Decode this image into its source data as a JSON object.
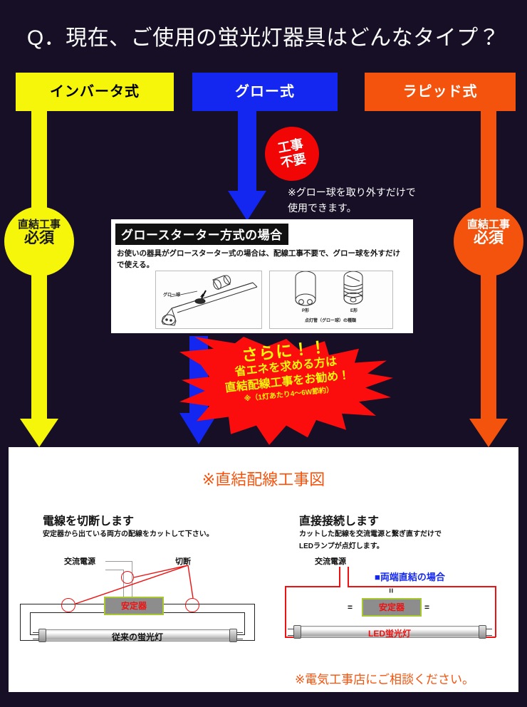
{
  "header": {
    "title": "Q．現在、ご使用の蛍光灯器具はどんなタイプ？"
  },
  "colors": {
    "background": "#170f26",
    "inverter": "#f6f60a",
    "glow": "#1327f0",
    "rapid": "#f4530d",
    "alert_red": "#f20505",
    "starburst_red": "#fc0d0d",
    "starburst_text": "#f6f60a"
  },
  "types": [
    {
      "key": "inverter",
      "label": "インバータ式"
    },
    {
      "key": "glow",
      "label": "グロー式"
    },
    {
      "key": "rapid",
      "label": "ラピッド式"
    }
  ],
  "badges": {
    "inverter_circle": {
      "line1": "直結工事",
      "line2": "必須"
    },
    "rapid_circle": {
      "line1": "直結工事",
      "line2": "必須"
    },
    "glow_circle": {
      "line1": "工事",
      "line2": "不要"
    }
  },
  "glow_note": "※グロー球を取り外すだけで\n使用できます。",
  "glow_panel": {
    "title": "グロースターター方式の場合",
    "body": "お使いの器具がグロースターター式の場合は、配線工事不要で、グロー球を外すだけで使える。",
    "fig_left": {
      "callout": "グロー球"
    },
    "fig_right": {
      "label_p": "P形",
      "label_e": "E形",
      "caption": "点灯管（グロー球）の種類"
    }
  },
  "starburst": {
    "line1": "さらに！！",
    "line2": "省エネを求める方は",
    "line3": "直結配線工事をお勧め！",
    "line4": "※（1灯あたり4〜6W節約）"
  },
  "bottom": {
    "title": "※直結配線工事図",
    "left": {
      "heading": "電線を切断します",
      "sub": "安定器から出ている両方の配線をカットして下さい。",
      "label_power": "交流電源",
      "label_cut": "切断",
      "label_ballast": "安定器",
      "label_tube": "従来の蛍光灯"
    },
    "right": {
      "heading": "直接接続します",
      "sub_line1": "カットした配線を交流電源と繋ぎ直すだけで",
      "sub_line2": "LEDランプが点灯します。",
      "label_power": "交流電源",
      "label_mode": "■両端直結の場合",
      "label_ballast": "安定器",
      "label_tube": "LED蛍光灯"
    },
    "footnote": "※電気工事店にご相談ください。"
  }
}
